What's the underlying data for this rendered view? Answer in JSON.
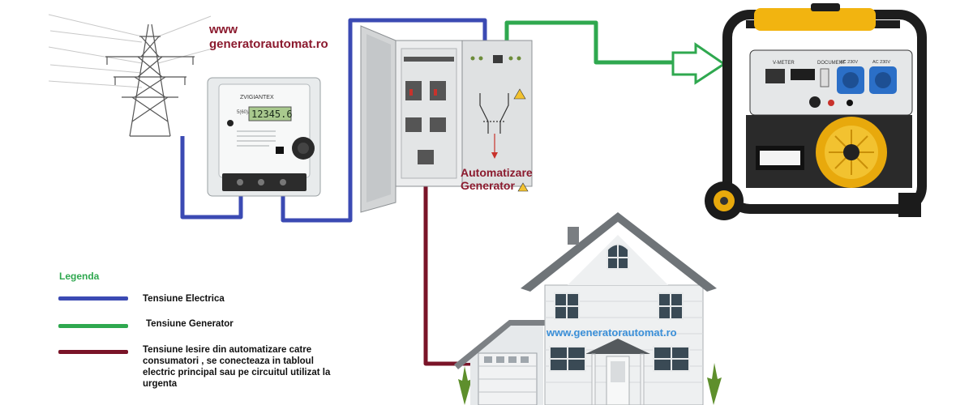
{
  "site": {
    "brand_line1": "www",
    "brand_line2": "generatorautomat.ro",
    "house_url": "www.generatorautomat.ro"
  },
  "meter": {
    "display_reading": "12345.6",
    "brand_text": "ZVIGIANTEX",
    "rating": "5(60)A"
  },
  "panel": {
    "label_line1": "Automatizare",
    "label_line2": "Generator"
  },
  "generator": {
    "socket_label_1": "AC 230V",
    "socket_label_2": "AC 230V",
    "panel_text": "V-METER",
    "mode_text": "DOCUMENT"
  },
  "legend": {
    "title": "Legenda",
    "items": [
      {
        "label": "Tensiune Electrica",
        "color": "#3b4ab3"
      },
      {
        "label": "Tensiune Generator",
        "color": "#2fa84f"
      },
      {
        "label": "Tensiune Iesire  din automatizare catre consumatori , se conecteaza in tabloul electric principal sau pe circuitul utilizat la urgenta",
        "color": "#7a1428"
      }
    ]
  },
  "colors": {
    "grid_wire": "#3b4ab3",
    "generator_wire": "#2fa84f",
    "output_wire": "#7a1428",
    "brand_text": "#8b1a2e",
    "url_text": "#3a8fd8"
  },
  "icons": [
    "power-pylon-icon",
    "electric-meter-icon",
    "distribution-panel-icon",
    "generator-icon",
    "house-icon",
    "arrow-right-icon"
  ]
}
